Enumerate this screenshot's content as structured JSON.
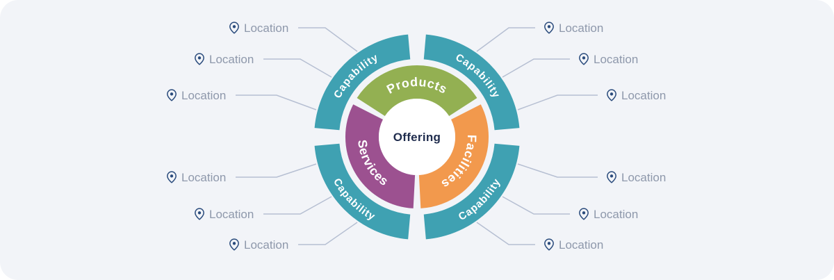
{
  "palette": {
    "background": "#f2f4f8",
    "teal": "#3fa1b2",
    "green": "#93b052",
    "orange": "#f2994d",
    "purple": "#9c5190",
    "navy": "#1f2c4d",
    "pin": "#2a4b7c",
    "line": "#b6bfd2",
    "label_gray": "#8e98ab",
    "white": "#ffffff"
  },
  "center": {
    "label": "Offering"
  },
  "inner_ring": {
    "segments": [
      {
        "id": "products",
        "label": "Products",
        "color": "#93b052"
      },
      {
        "id": "facilities",
        "label": "Facilities",
        "color": "#f2994d"
      },
      {
        "id": "services",
        "label": "Services",
        "color": "#9c5190"
      }
    ]
  },
  "outer_ring": {
    "color": "#3fa1b2",
    "segments": [
      {
        "id": "top-left",
        "label": "Capability"
      },
      {
        "id": "top-right",
        "label": "Capability"
      },
      {
        "id": "bottom-right",
        "label": "Capability"
      },
      {
        "id": "bottom-left",
        "label": "Capability"
      }
    ]
  },
  "locations": [
    "Location",
    "Location",
    "Location",
    "Location",
    "Location",
    "Location",
    "Location",
    "Location",
    "Location",
    "Location",
    "Location",
    "Location"
  ]
}
